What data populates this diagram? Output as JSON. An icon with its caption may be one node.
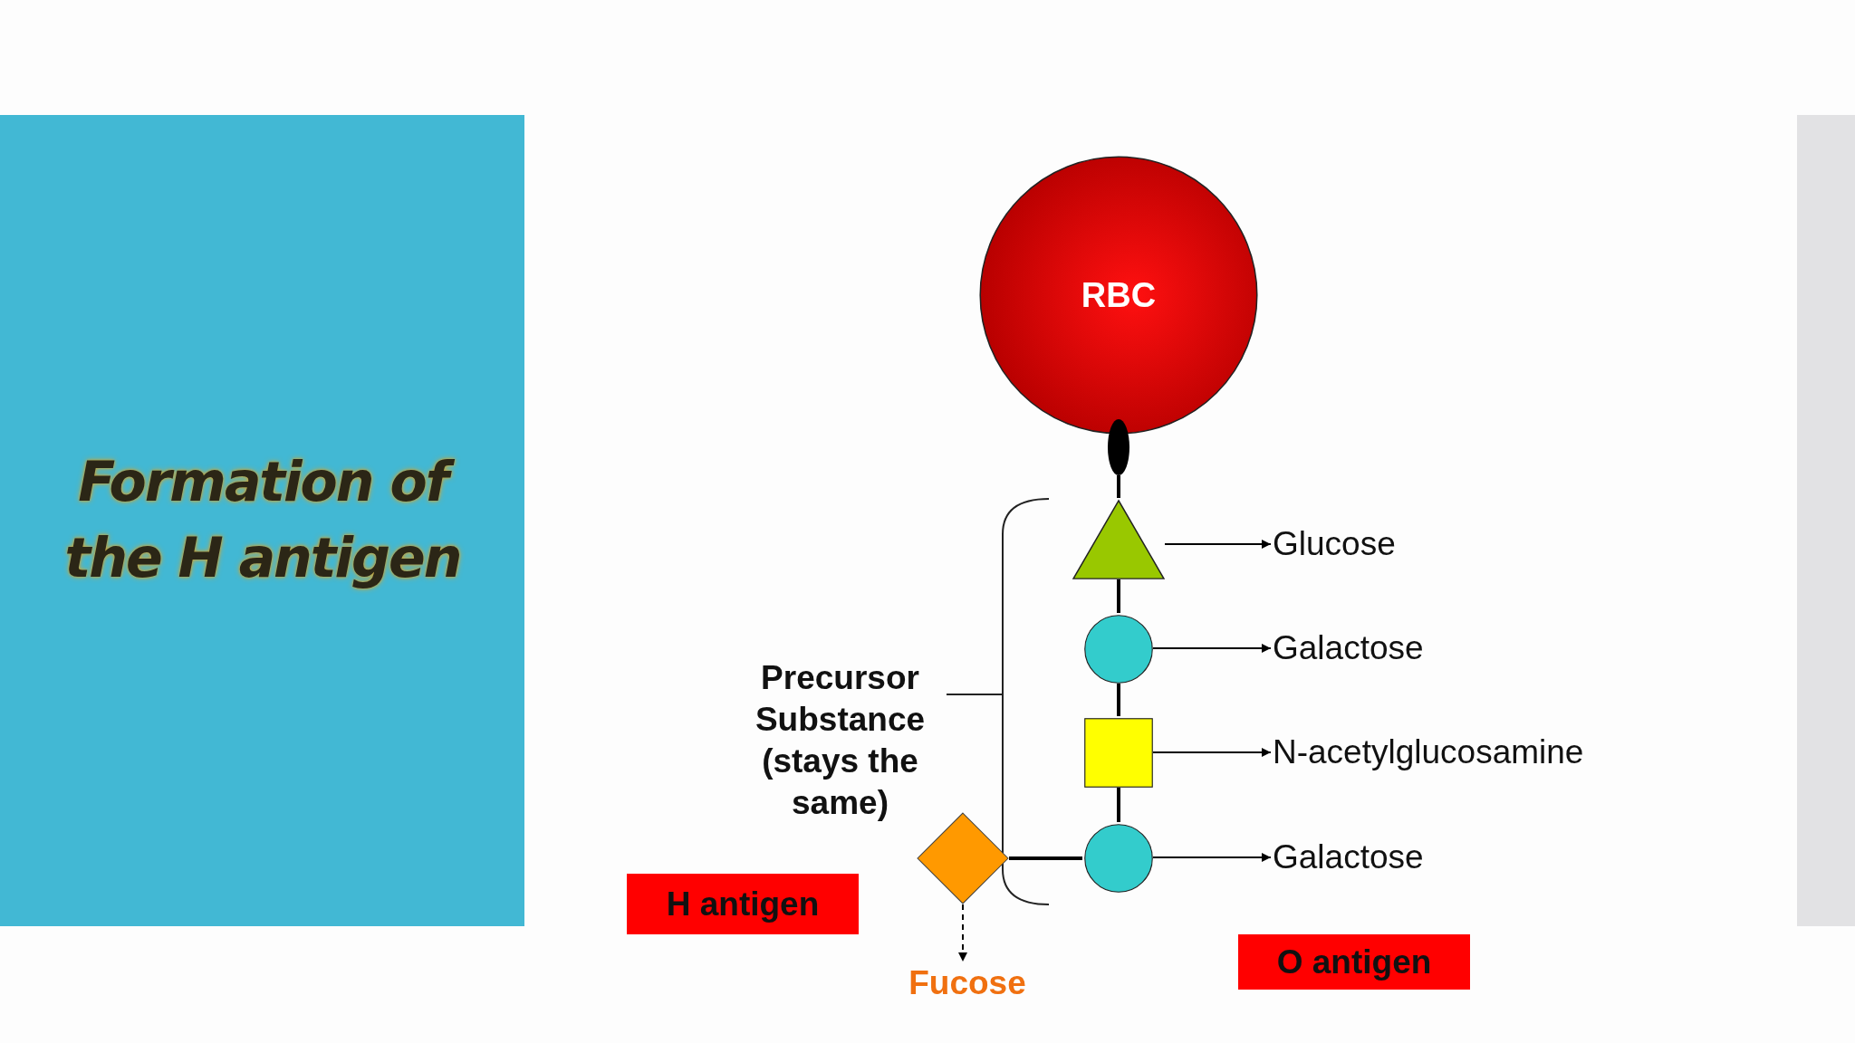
{
  "diagram": {
    "title": "Formation of the H antigen",
    "nodes": [
      {
        "text": [
          "RBC"
        ]
      },
      {
        "text": [],
        "shape": "ellipse"
      },
      {
        "text": [],
        "shape": "triangle"
      },
      {
        "text": [
          "Glucose"
        ]
      },
      {
        "text": [],
        "shape": "circle"
      },
      {
        "text": [
          "Galactose"
        ]
      },
      {
        "text": [],
        "shape": "box"
      },
      {
        "text": [
          "N-acetylglucosamine"
        ]
      },
      {
        "text": [],
        "shape": "diamond"
      },
      {
        "text": [],
        "shape": "circle"
      },
      {
        "text": [
          "Galactose"
        ]
      },
      {
        "text": [
          "H antigen"
        ]
      },
      {
        "text": [
          "O antigen"
        ]
      },
      {
        "text": [
          "Fucose"
        ]
      }
    ],
    "edges": [
      {
        "from": 1,
        "to": 2,
        "arrow": "none"
      },
      {
        "from": 2,
        "to": 4,
        "arrow": "none"
      },
      {
        "from": 4,
        "to": 6,
        "arrow": "none"
      },
      {
        "from": 6,
        "to": 9,
        "arrow": "none"
      },
      {
        "from": 8,
        "to": 9,
        "arrow": "none"
      },
      {
        "from": 2,
        "to": 3,
        "arrow": "to"
      },
      {
        "from": 4,
        "to": 5,
        "arrow": "to"
      },
      {
        "from": 6,
        "to": 7,
        "arrow": "to"
      },
      {
        "from": 9,
        "to": 10,
        "arrow": "to"
      },
      {
        "from": 8,
        "to": 13,
        "arrow": "to",
        "style": "dashed"
      }
    ],
    "labels": [
      "Precursor Substance (stays the same)"
    ]
  }
}
